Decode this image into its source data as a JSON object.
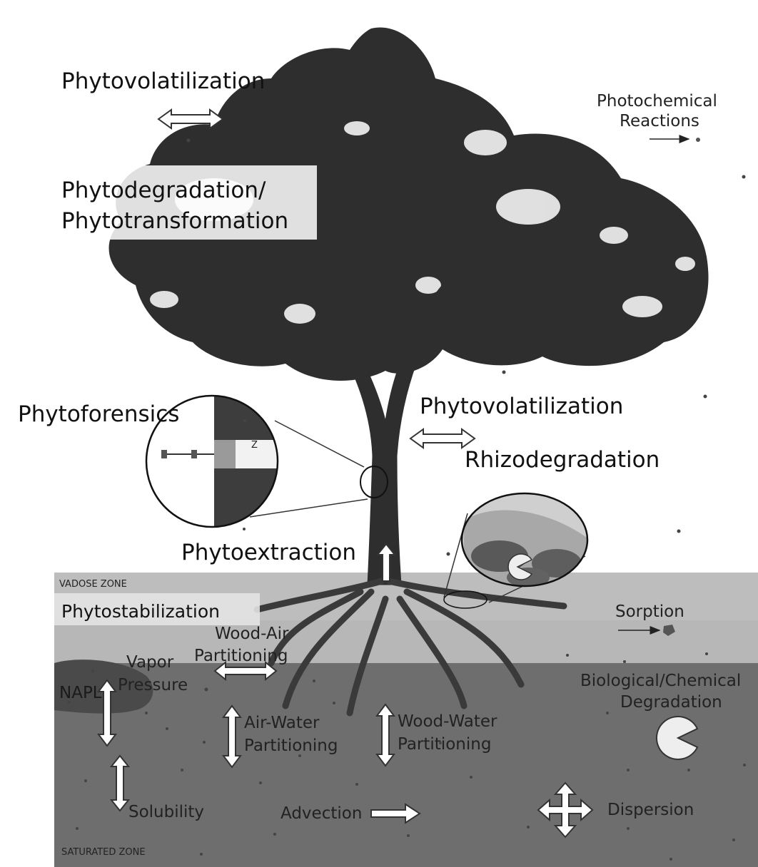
{
  "labels": {
    "phytovolatilization_top": "Phytovolatilization",
    "photochemical_line1": "Photochemical",
    "photochemical_line2": "Reactions",
    "phytodegradation_line1": "Phytodegradation/",
    "phytodegradation_line2": "Phytotransformation",
    "phytoforensics": "Phytoforensics",
    "phytovolatilization_mid": "Phytovolatilization",
    "rhizodegradation": "Rhizodegradation",
    "phytoextraction": "Phytoextraction",
    "vadose_zone": "VADOSE ZONE",
    "phytostabilization": "Phytostabilization",
    "wood_air_line1": "Wood-Air",
    "wood_air_line2": "Partitioning",
    "vapor_line1": "Vapor",
    "vapor_line2": "Pressure",
    "sorption": "Sorption",
    "bio_line1": "Biological/Chemical",
    "bio_line2": "Degradation",
    "air_water_line1": "Air-Water",
    "air_water_line2": "Partitioning",
    "wood_water_line1": "Wood-Water",
    "wood_water_line2": "Partitioning",
    "napl": "NAPL",
    "solubility": "Solubility",
    "advection": "Advection",
    "dispersion": "Dispersion",
    "saturated_zone": "SATURATED ZONE",
    "inset_z": "Z"
  },
  "colors": {
    "vadose": "#bdbdbd",
    "vadose_lower": "#b3b3b3",
    "saturated": "#6e6e6e",
    "tree": "#2e2e2e",
    "napl": "#4a4a4a",
    "arrow_fill": "#ffffff",
    "arrow_stroke": "#333333"
  }
}
